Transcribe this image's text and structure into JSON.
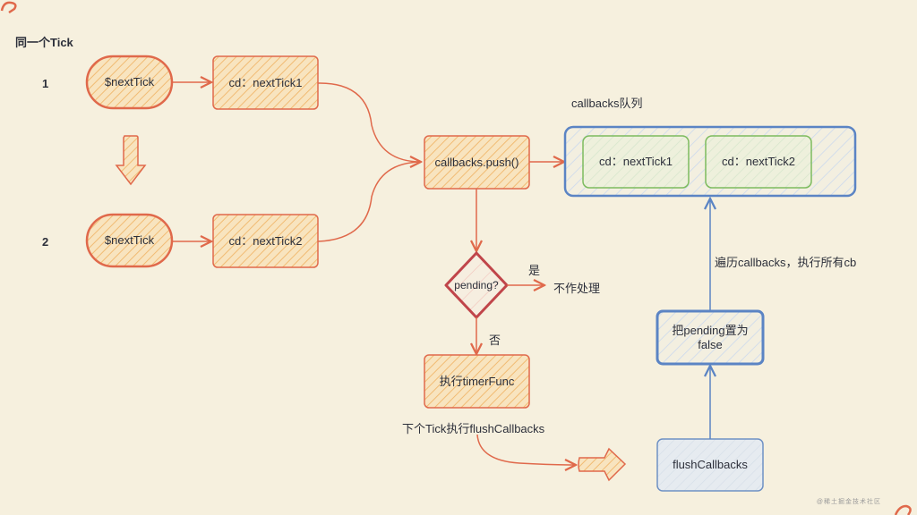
{
  "title": "同一个Tick",
  "rows": [
    {
      "num": "1",
      "start": "$nextTick",
      "callback": "cd：nextTick1"
    },
    {
      "num": "2",
      "start": "$nextTick",
      "callback": "cd：nextTick2"
    }
  ],
  "push_node": "callbacks.push()",
  "queue": {
    "title": "callbacks队列",
    "items": [
      "cd：nextTick1",
      "cd：nextTick2"
    ]
  },
  "decision": {
    "label": "pending?",
    "yes_label": "是",
    "yes_result": "不作处理",
    "no_label": "否"
  },
  "timer_node": "执行timerFunc",
  "next_tick_label": "下个Tick执行flushCallbacks",
  "flush_node": "flushCallbacks",
  "set_pending_node": "把pending置为false",
  "iterate_label": "遍历callbacks，执行所有cb",
  "colors": {
    "background": "#f6f0de",
    "orange_stroke": "#e0694b",
    "orange_fill": "#f5c98a",
    "blue_stroke": "#5b84c4",
    "green_stroke": "#7dbb5e",
    "decision_stroke": "#c0454a"
  },
  "watermark": "@稀土掘金技术社区"
}
